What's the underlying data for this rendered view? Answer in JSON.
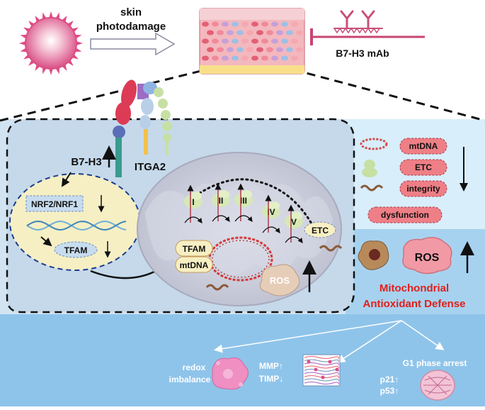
{
  "top": {
    "arrow_label_line1": "skin",
    "arrow_label_line2": "photodamage",
    "antibody_label": "B7-H3 mAb"
  },
  "membrane": {
    "b7h3_label": "B7-H3",
    "itga2_label": "ITGA2"
  },
  "nucleus": {
    "nrf_label": "NRF2/NRF1",
    "tfam_label": "TFAM"
  },
  "mitochondrion": {
    "complexes": [
      "I",
      "II",
      "III",
      "IV",
      "V"
    ],
    "etc_label": "ETC",
    "tfam_label": "TFAM",
    "mtdna_label": "mtDNA",
    "ros_label": "ROS"
  },
  "right_panel": {
    "items": [
      "mtDNA",
      "ETC",
      "integrity",
      "dysfunction"
    ],
    "ros_label": "ROS",
    "defense_line1": "Mitochondrial",
    "defense_line2": "Antioxidant Defense"
  },
  "bottom": {
    "redox_line1": "redox",
    "redox_line2": "imbalance",
    "mmp_label": "MMP↑",
    "timp_label": "TIMP↓",
    "g1_label": "G1 phase arrest",
    "p21_label": "p21↑",
    "p53_label": "p53↑"
  },
  "colors": {
    "cell_bg": "#d2e4f2",
    "right_top_bg": "#d8eefa",
    "right_mid_bg": "#a7d2ef",
    "bottom_bg": "#8fc4ea",
    "nucleus_fill": "#f6efc4",
    "pill_fill": "#ee7f86",
    "defense_text": "#e0201b",
    "mito_fill": "#c9cbd9"
  }
}
